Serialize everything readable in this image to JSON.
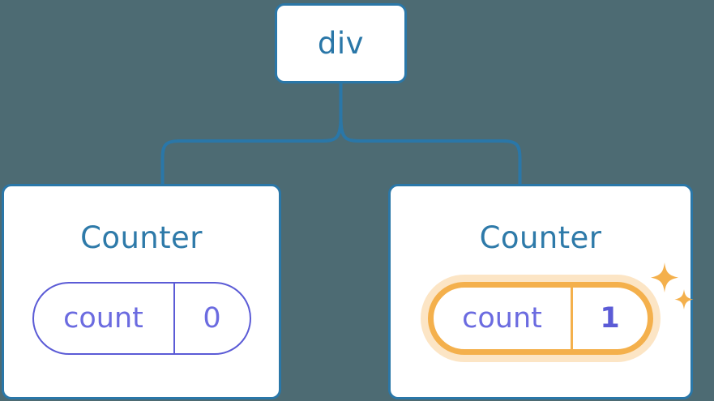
{
  "diagram": {
    "type": "component-tree",
    "background_color": "#4d6b73",
    "node_border_color": "#2a77a8",
    "edge_color": "#2a77a8",
    "accent_highlight_color": "#f4b04c",
    "state_color": "#6b6be0",
    "root": {
      "label": "div"
    },
    "children": [
      {
        "title": "Counter",
        "state": {
          "key": "count",
          "value": "0"
        },
        "highlighted": false,
        "sparkles": false
      },
      {
        "title": "Counter",
        "state": {
          "key": "count",
          "value": "1"
        },
        "highlighted": true,
        "sparkles": true
      }
    ],
    "icons": {
      "sparkle_large": "sparkle-icon",
      "sparkle_small": "sparkle-small-icon"
    }
  }
}
